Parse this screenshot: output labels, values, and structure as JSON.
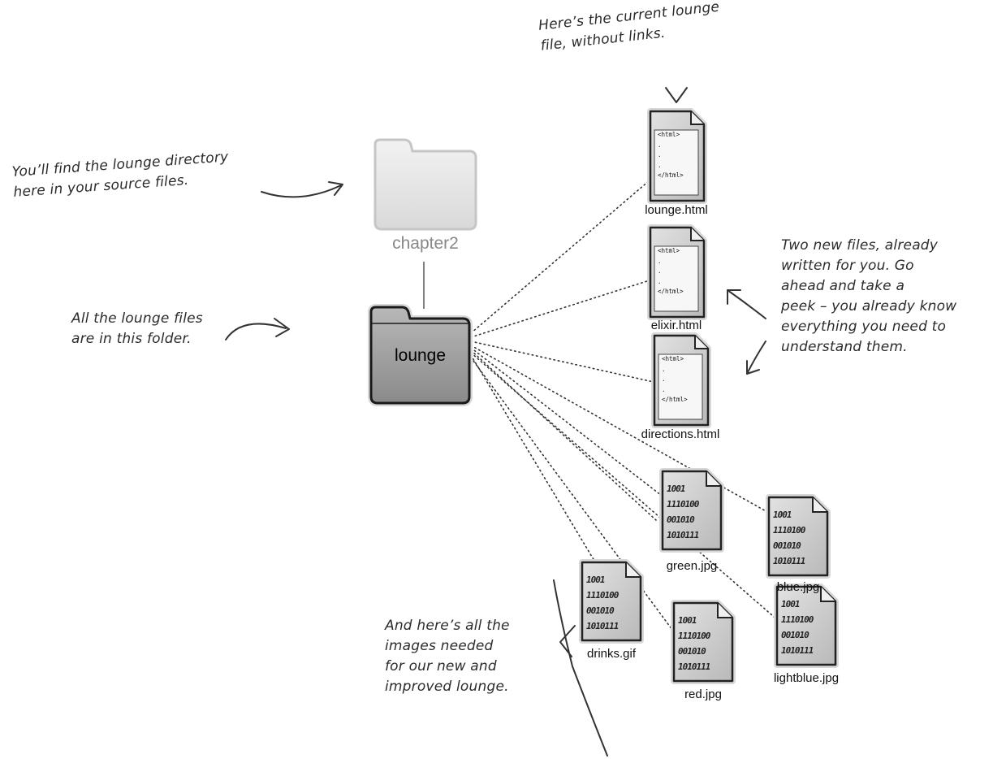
{
  "folders": {
    "chapter2": "chapter2",
    "lounge": "lounge"
  },
  "files": {
    "lounge_html": {
      "name": "lounge.html",
      "icon": "html-file-icon",
      "lines": [
        "<html>",
        ".",
        ".",
        ".",
        "</html>"
      ]
    },
    "elixir_html": {
      "name": "elixir.html",
      "icon": "html-file-icon",
      "lines": [
        "<html>",
        ".",
        ".",
        ".",
        "</html>"
      ]
    },
    "directions_html": {
      "name": "directions.html",
      "icon": "html-file-icon",
      "lines": [
        "<html>",
        ".",
        ".",
        ".",
        "</html>"
      ]
    },
    "green_jpg": {
      "name": "green.jpg",
      "icon": "binary-file-icon"
    },
    "blue_jpg": {
      "name": "blue.jpg",
      "icon": "binary-file-icon"
    },
    "drinks_gif": {
      "name": "drinks.gif",
      "icon": "binary-file-icon"
    },
    "red_jpg": {
      "name": "red.jpg",
      "icon": "binary-file-icon"
    },
    "lightblue_jpg": {
      "name": "lightblue.jpg",
      "icon": "binary-file-icon"
    }
  },
  "binary_lines": [
    "1001",
    "1110100",
    "001010",
    "1010111"
  ],
  "notes": {
    "current_lounge": "Here’s the current lounge\nfile, without links.",
    "find_lounge": "You’ll find the lounge directory\nhere in your source files.",
    "all_lounge_files": "All the lounge files\nare in this folder.",
    "two_new_files": "Two new files, already\nwritten for you. Go\nahead and take a\npeek – you already know\neverything you need to\nunderstand them.",
    "images_needed": "And here’s all the\nimages needed\nfor our new and\nimproved lounge."
  },
  "colors": {
    "ink": "#2b2b2b",
    "folder_light": "#e4e4e4",
    "folder_dark": "#9a9a9a",
    "file_fill": "#cfcfcf"
  }
}
